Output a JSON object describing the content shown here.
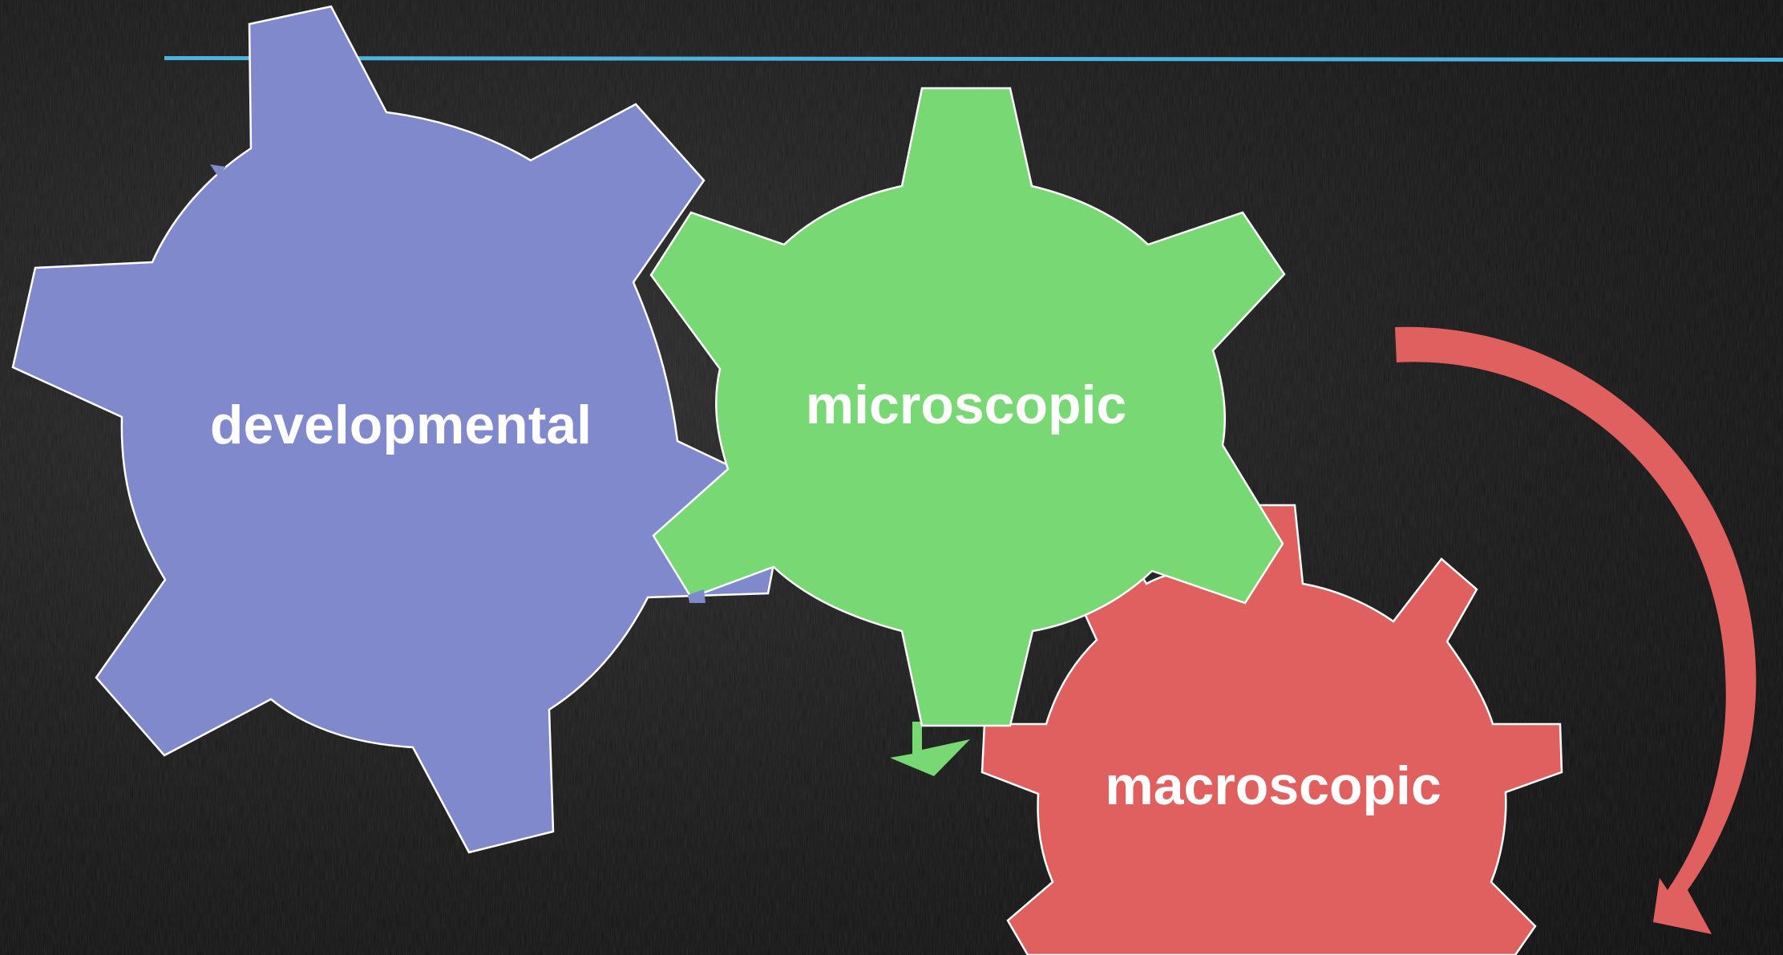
{
  "colors": {
    "background": "#1b1b1b",
    "accent_line": "#4bb3dd",
    "gear_developmental": "#8089cb",
    "gear_microscopic": "#78d873",
    "gear_macroscopic": "#e06060",
    "arrow_red": "#e06060",
    "label_text": "#ffffff"
  },
  "gears": [
    {
      "id": "developmental",
      "label": "developmental"
    },
    {
      "id": "microscopic",
      "label": "microscopic"
    },
    {
      "id": "macroscopic",
      "label": "macroscopic"
    }
  ],
  "icons": {
    "red_arrow": "curved-arrow-icon",
    "green_arrow": "down-arrow-icon"
  }
}
